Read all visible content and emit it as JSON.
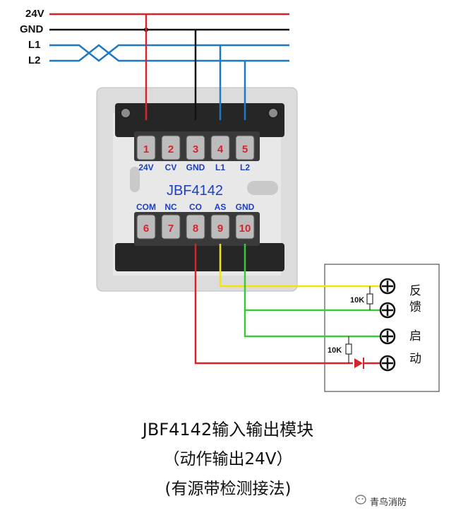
{
  "bus": {
    "v24": "24V",
    "gnd": "GND",
    "l1": "L1",
    "l2": "L2"
  },
  "module": {
    "model": "JBF4142",
    "top_terminals": [
      {
        "num": "1",
        "label": "24V"
      },
      {
        "num": "2",
        "label": "CV"
      },
      {
        "num": "3",
        "label": "GND"
      },
      {
        "num": "4",
        "label": "L1"
      },
      {
        "num": "5",
        "label": "L2"
      }
    ],
    "bottom_terminals": [
      {
        "num": "6",
        "label": "COM"
      },
      {
        "num": "7",
        "label": "NC"
      },
      {
        "num": "8",
        "label": "CO"
      },
      {
        "num": "9",
        "label": "AS"
      },
      {
        "num": "10",
        "label": "GND"
      }
    ]
  },
  "external": {
    "resistor1": "10K",
    "resistor2": "10K",
    "feedback_1": "反",
    "feedback_2": "馈",
    "start_1": "启",
    "start_2": "动"
  },
  "caption": {
    "line1": "JBF4142输入输出模块",
    "line2": "（动作输出24V）",
    "line3": "(有源带检测接法)"
  },
  "watermark": "青鸟消防",
  "colors": {
    "v24": "#d8232a",
    "gnd": "#111111",
    "l_line": "#1f78c1",
    "yellow": "#f2e600",
    "green": "#3cc83c",
    "terminal_num": "#d8232a",
    "terminal_label": "#1c3fc4",
    "model_text": "#1c3fc4"
  }
}
